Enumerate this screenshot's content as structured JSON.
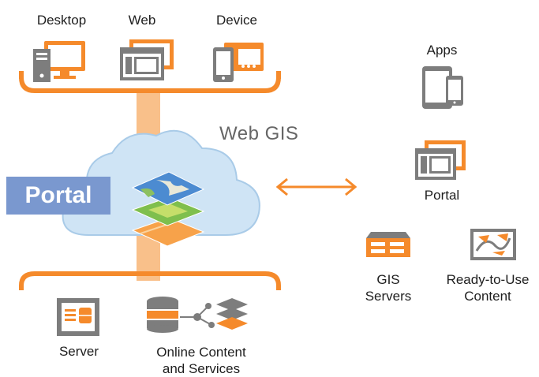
{
  "top_clients": {
    "desktop": "Desktop",
    "web": "Web",
    "device": "Device"
  },
  "center": {
    "title": "Web GIS",
    "portal_banner": "Portal"
  },
  "bottom": {
    "server": "Server",
    "online_content_line1": "Online Content",
    "online_content_line2": "and Services"
  },
  "right": {
    "apps": "Apps",
    "portal": "Portal",
    "gis_servers_line1": "GIS",
    "gis_servers_line2": "Servers",
    "ready_line1": "Ready-to-Use",
    "ready_line2": "Content"
  },
  "colors": {
    "orange": "#f58a2b",
    "gray": "#7d7d7d",
    "cloud": "#cfe4f5",
    "portal_blue": "#7a98cf"
  }
}
